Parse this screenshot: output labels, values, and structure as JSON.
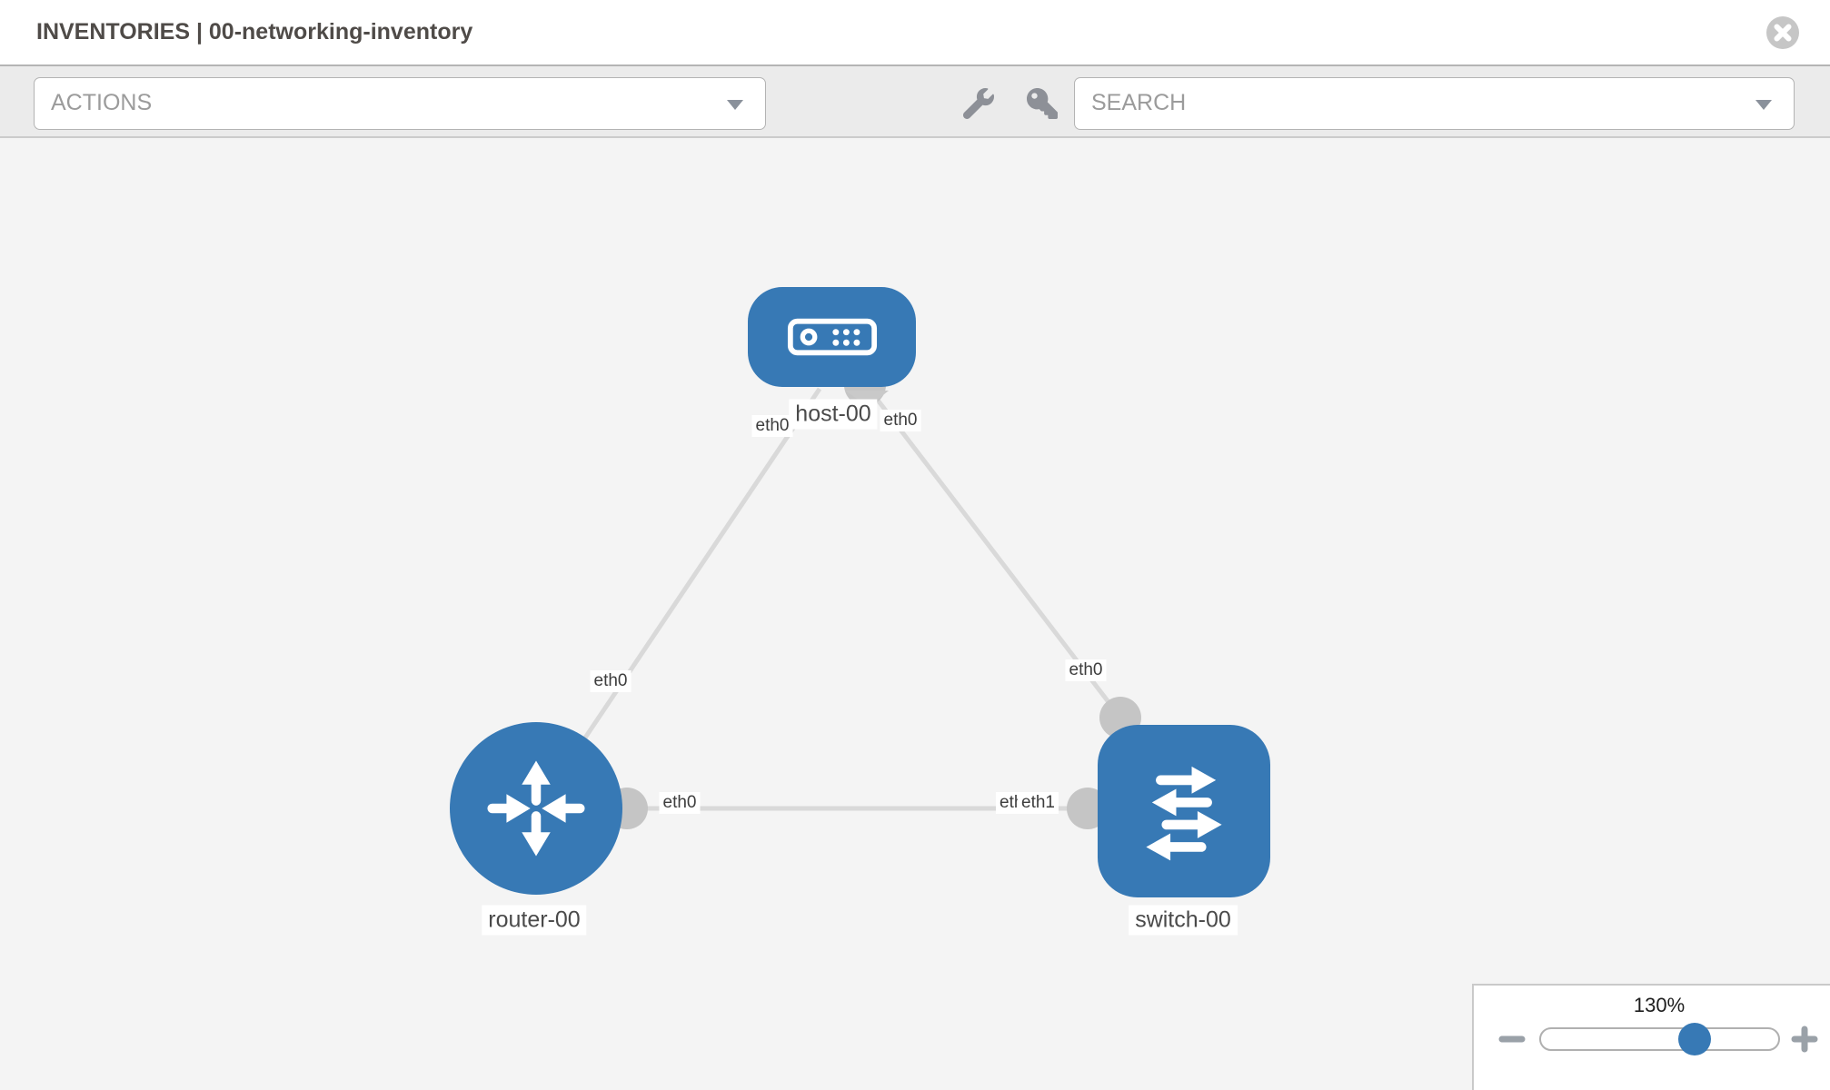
{
  "header": {
    "title": "INVENTORIES | 00-networking-inventory"
  },
  "toolbar": {
    "actions_label": "ACTIONS",
    "search_placeholder": "SEARCH",
    "icons": [
      "wrench-icon",
      "key-icon"
    ]
  },
  "canvas": {
    "nodes": [
      {
        "id": "host-00",
        "type": "host",
        "label": "host-00"
      },
      {
        "id": "router-00",
        "type": "router",
        "label": "router-00"
      },
      {
        "id": "switch-00",
        "type": "switch",
        "label": "switch-00"
      }
    ],
    "interfaces": {
      "host_left": "eth0",
      "host_right": "eth0",
      "router_top": "eth0",
      "switch_top": "eth0",
      "router_right": "eth0",
      "switch_left_hidden": "eth0",
      "switch_left": "eth1"
    },
    "links": [
      {
        "source": "host-00",
        "source_interface": "eth0",
        "target": "router-00",
        "target_interface": "eth0"
      },
      {
        "source": "host-00",
        "source_interface": "eth0",
        "target": "switch-00",
        "target_interface": "eth0"
      },
      {
        "source": "router-00",
        "source_interface": "eth0",
        "target": "switch-00",
        "target_interface": "eth1"
      }
    ]
  },
  "zoom_panel": {
    "level": "130%",
    "zoom_out_icon": "minus-icon",
    "zoom_in_icon": "plus-icon"
  },
  "colors": {
    "node_blue": "#3779b5",
    "link_gray": "#d9d9d9",
    "connector_gray": "#c5c5c5",
    "canvas_bg": "#f4f4f4",
    "toolbar_bg": "#ebebeb",
    "icon_gray": "#8d9097"
  }
}
